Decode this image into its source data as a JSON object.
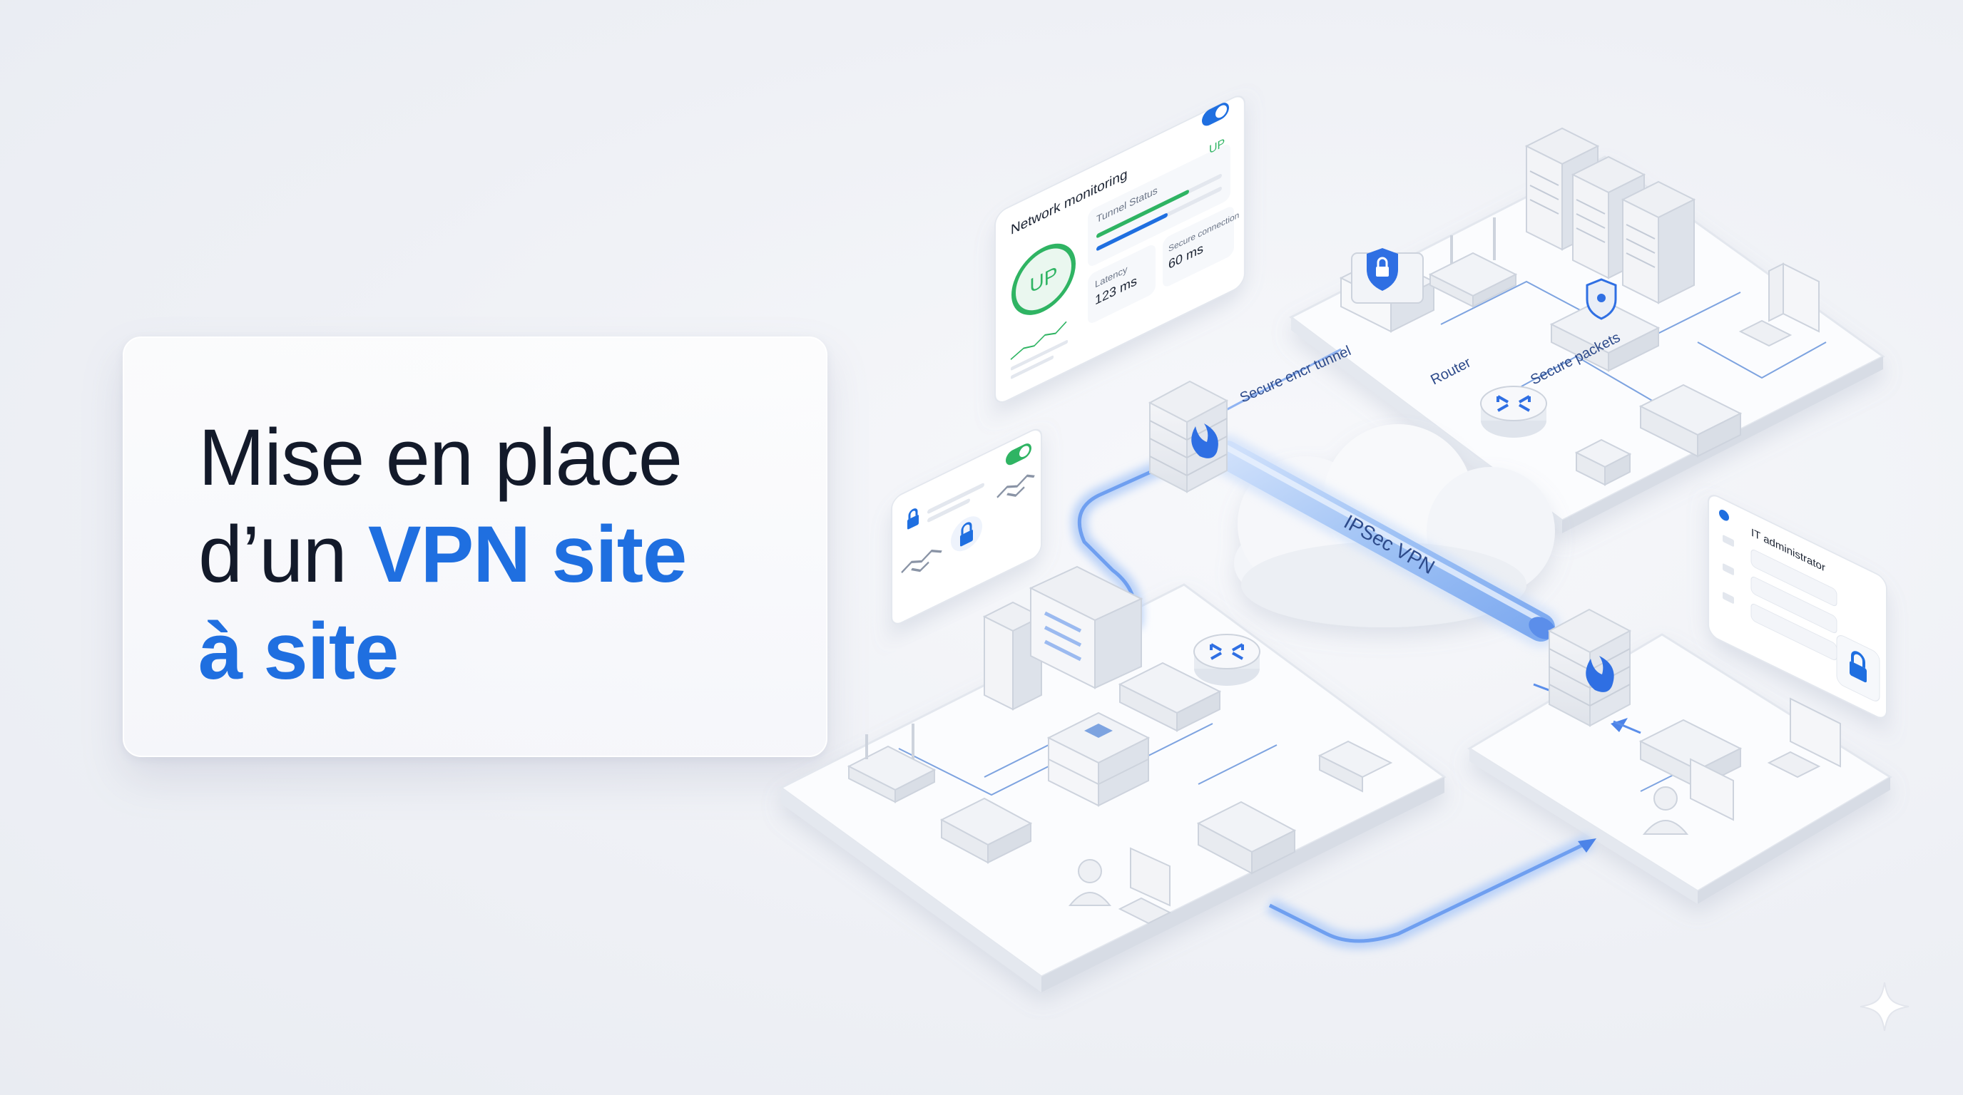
{
  "title": {
    "line1": "Mise en place",
    "line2_prefix": "d’un ",
    "line2_highlight": "VPN site",
    "line3": "à site"
  },
  "monitor_panel": {
    "title": "Network monitoring",
    "status_badge": "UP",
    "tunnel_status_label": "Tunnel Status",
    "tunnel_status_value": "UP",
    "latency_label": "Latency",
    "latency_value": "123 ms",
    "secure_connection_label": "Secure connection",
    "secure_connection_value": "60 ms"
  },
  "labels": {
    "secure_tunnel": "Secure encr tunnel",
    "router": "Router",
    "secure_packets": "Secure packets",
    "ipsec": "IPSec VPN",
    "it_admin": "IT administrator"
  },
  "colors": {
    "accent": "#1f6fe0",
    "success": "#2fb463",
    "text_dark": "#131a2a"
  },
  "icons": [
    "firewall-icon",
    "shield-lock-icon",
    "router-icon",
    "server-icon",
    "handshake-icon",
    "lock-icon",
    "cloud-icon",
    "sparkle-icon"
  ]
}
